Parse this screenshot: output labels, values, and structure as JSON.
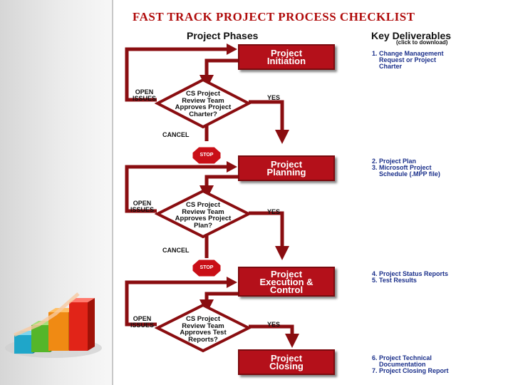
{
  "title": "FAST TRACK PROJECT PROCESS CHECKLIST",
  "headers": {
    "phases": "Project Phases",
    "deliverables": "Key Deliverables",
    "deliverables_note": "(click to download)"
  },
  "phases": [
    {
      "line1": "Project",
      "line2": "Initiation",
      "line3": ""
    },
    {
      "line1": "Project",
      "line2": "Planning",
      "line3": ""
    },
    {
      "line1": "Project",
      "line2": "Execution &",
      "line3": "Control"
    },
    {
      "line1": "Project",
      "line2": "Closing",
      "line3": ""
    }
  ],
  "decisions": [
    {
      "lines": [
        "CS Project",
        "Review Team",
        "Approves Project",
        "Charter?"
      ]
    },
    {
      "lines": [
        "CS Project",
        "Review Team",
        "Approves Project",
        "Plan?"
      ]
    },
    {
      "lines": [
        "CS Project",
        "Review Team",
        "Approves Test",
        "Reports?"
      ]
    }
  ],
  "labels": {
    "open_issues_1": "OPEN",
    "open_issues_2": "ISSUES",
    "yes": "YES",
    "cancel": "CANCEL",
    "stop": "STOP"
  },
  "deliverables": [
    {
      "lines": [
        "1. Change Management",
        "    Request or Project",
        "    Charter"
      ]
    },
    {
      "lines": [
        "2. Project Plan",
        "3. Microsoft Project",
        "    Schedule (.MPP file)"
      ]
    },
    {
      "lines": [
        "4. Project Status Reports",
        "5. Test Results"
      ]
    },
    {
      "lines": [
        "6. Project Technical",
        "    Documentation",
        "7. Project Closing Report"
      ]
    }
  ],
  "colors": {
    "accent": "#b4101a",
    "title": "#b00b0b",
    "link": "#1a2f8a"
  }
}
